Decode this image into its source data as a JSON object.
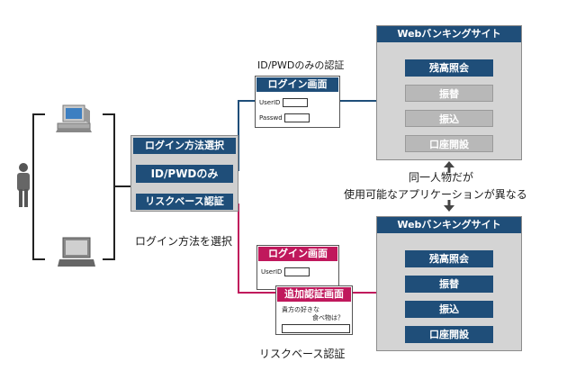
{
  "method_select": {
    "header": "ログイン方法選択",
    "option_id_pwd": "ID/PWDのみ",
    "option_risk": "リスクベース認証",
    "caption": "ログイン方法を選択"
  },
  "top_flow": {
    "caption": "ID/PWDのみの認証",
    "login_title": "ログイン画面",
    "userid_label": "UserID",
    "passwd_label": "Passwd"
  },
  "bottom_flow": {
    "caption": "リスクベース認証",
    "login_title": "ログイン画面",
    "userid_label": "UserID",
    "extra_title": "追加認証画面",
    "question_line1": "貴方の好きな",
    "question_line2": "食べ物は？"
  },
  "middle_note": {
    "line1": "同一人物だが",
    "line2": "使用可能なアプリケーションが異なる"
  },
  "web_top": {
    "title": "Webバンキングサイト",
    "items": [
      {
        "label": "残高照会",
        "enabled": true
      },
      {
        "label": "振替",
        "enabled": false
      },
      {
        "label": "振込",
        "enabled": false
      },
      {
        "label": "口座開設",
        "enabled": false
      }
    ]
  },
  "web_bottom": {
    "title": "Webバンキングサイト",
    "items": [
      {
        "label": "残高照会",
        "enabled": true
      },
      {
        "label": "振替",
        "enabled": true
      },
      {
        "label": "振込",
        "enabled": true
      },
      {
        "label": "口座開設",
        "enabled": true
      }
    ]
  },
  "colors": {
    "navy": "#1f4e79",
    "magenta": "#c0185c",
    "gray_panel": "#d4d4d4"
  }
}
